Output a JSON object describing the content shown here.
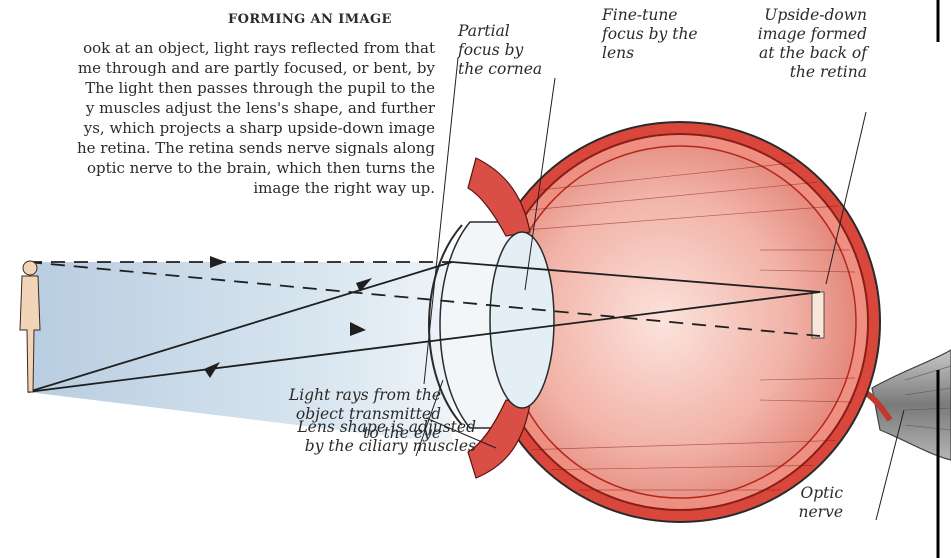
{
  "heading": "FORMING AN IMAGE",
  "body_lines": [
    "ook at an object, light rays reflected from that",
    "me through and are partly focused, or bent, by",
    "The light then passes through the pupil to the",
    "y muscles adjust the lens's shape, and further",
    "ys, which projects a sharp upside-down image",
    "he retina. The retina sends nerve signals along",
    "optic nerve to the brain, which then turns the",
    "image the right way up."
  ],
  "labels": {
    "cornea": [
      "Partial",
      "focus by",
      "the cornea"
    ],
    "lens_focus": [
      "Fine-tune",
      "focus by the",
      "lens"
    ],
    "retina_image": [
      "Upside-down",
      "image formed",
      "at the back of",
      "the retina"
    ],
    "light_rays": [
      "Light rays from the",
      "object transmitted",
      "to the eye"
    ],
    "ciliary": [
      "Lens shape is adjusted",
      "by the ciliary muscles"
    ],
    "optic_nerve": [
      "Optic",
      "nerve"
    ]
  },
  "colors": {
    "ray_band": "#c9dbe9",
    "sclera_red": "#d9473c",
    "vitreous_pink": "#f0b8b0",
    "lens_blue": "#e4eef5",
    "nerve_gray": "#8a8a8a",
    "line": "#1f1f1f"
  }
}
